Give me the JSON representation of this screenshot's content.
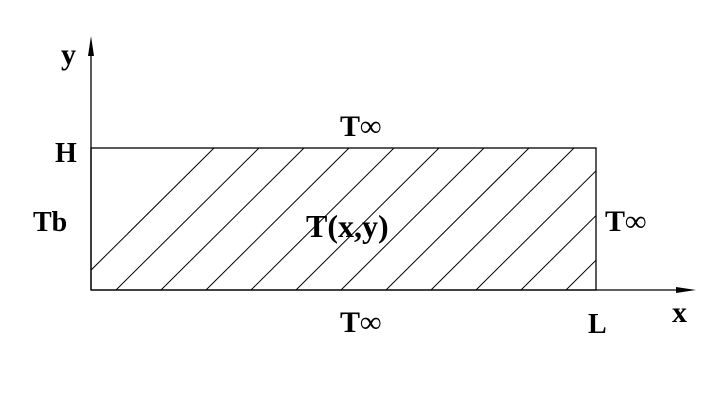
{
  "axes": {
    "x_label": "x",
    "y_label": "y"
  },
  "domain": {
    "top_label": "H",
    "end_label": "L",
    "field_label": "T(x,y)",
    "hatched": true
  },
  "boundaries": {
    "top": "T∞",
    "bottom": "T∞",
    "right": "T∞",
    "left": "Tb"
  },
  "colors": {
    "stroke": "#000000",
    "background": "#ffffff"
  }
}
